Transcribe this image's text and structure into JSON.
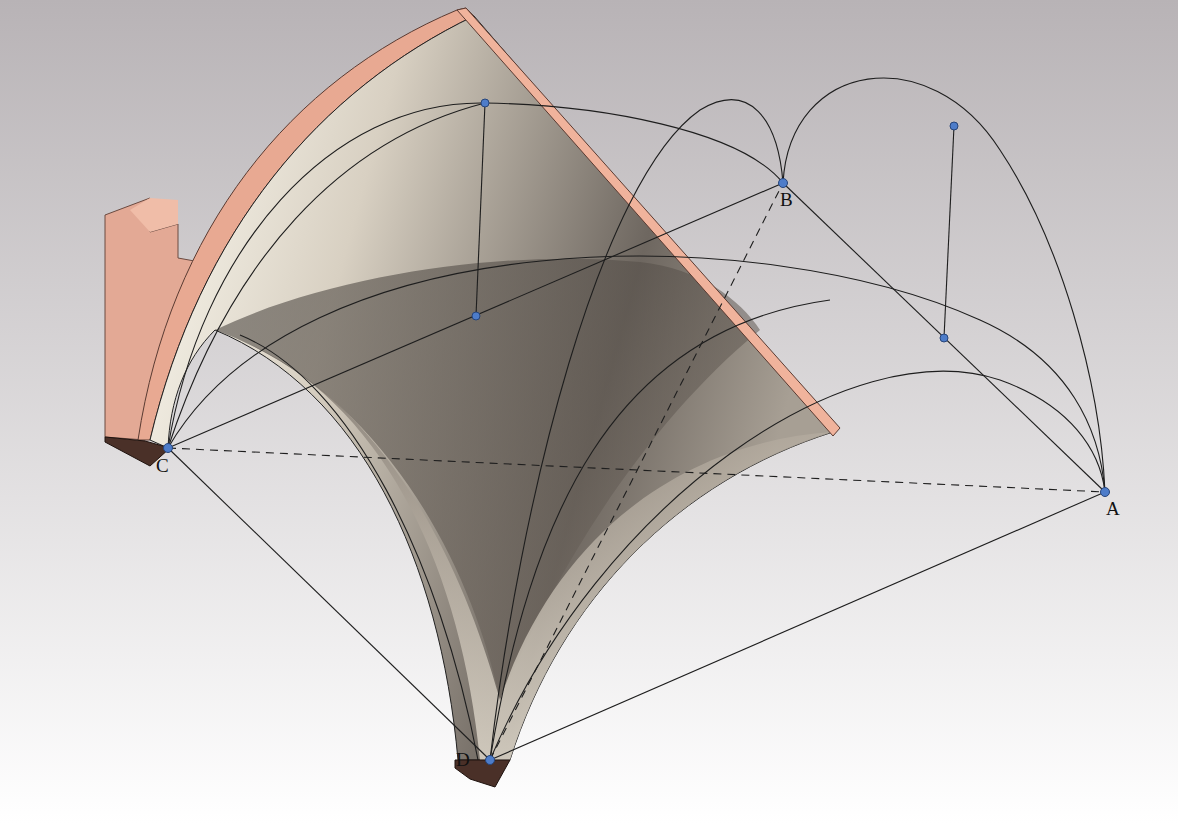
{
  "diagram": {
    "labels": [
      "B",
      "C",
      "A",
      "D"
    ]
  }
}
